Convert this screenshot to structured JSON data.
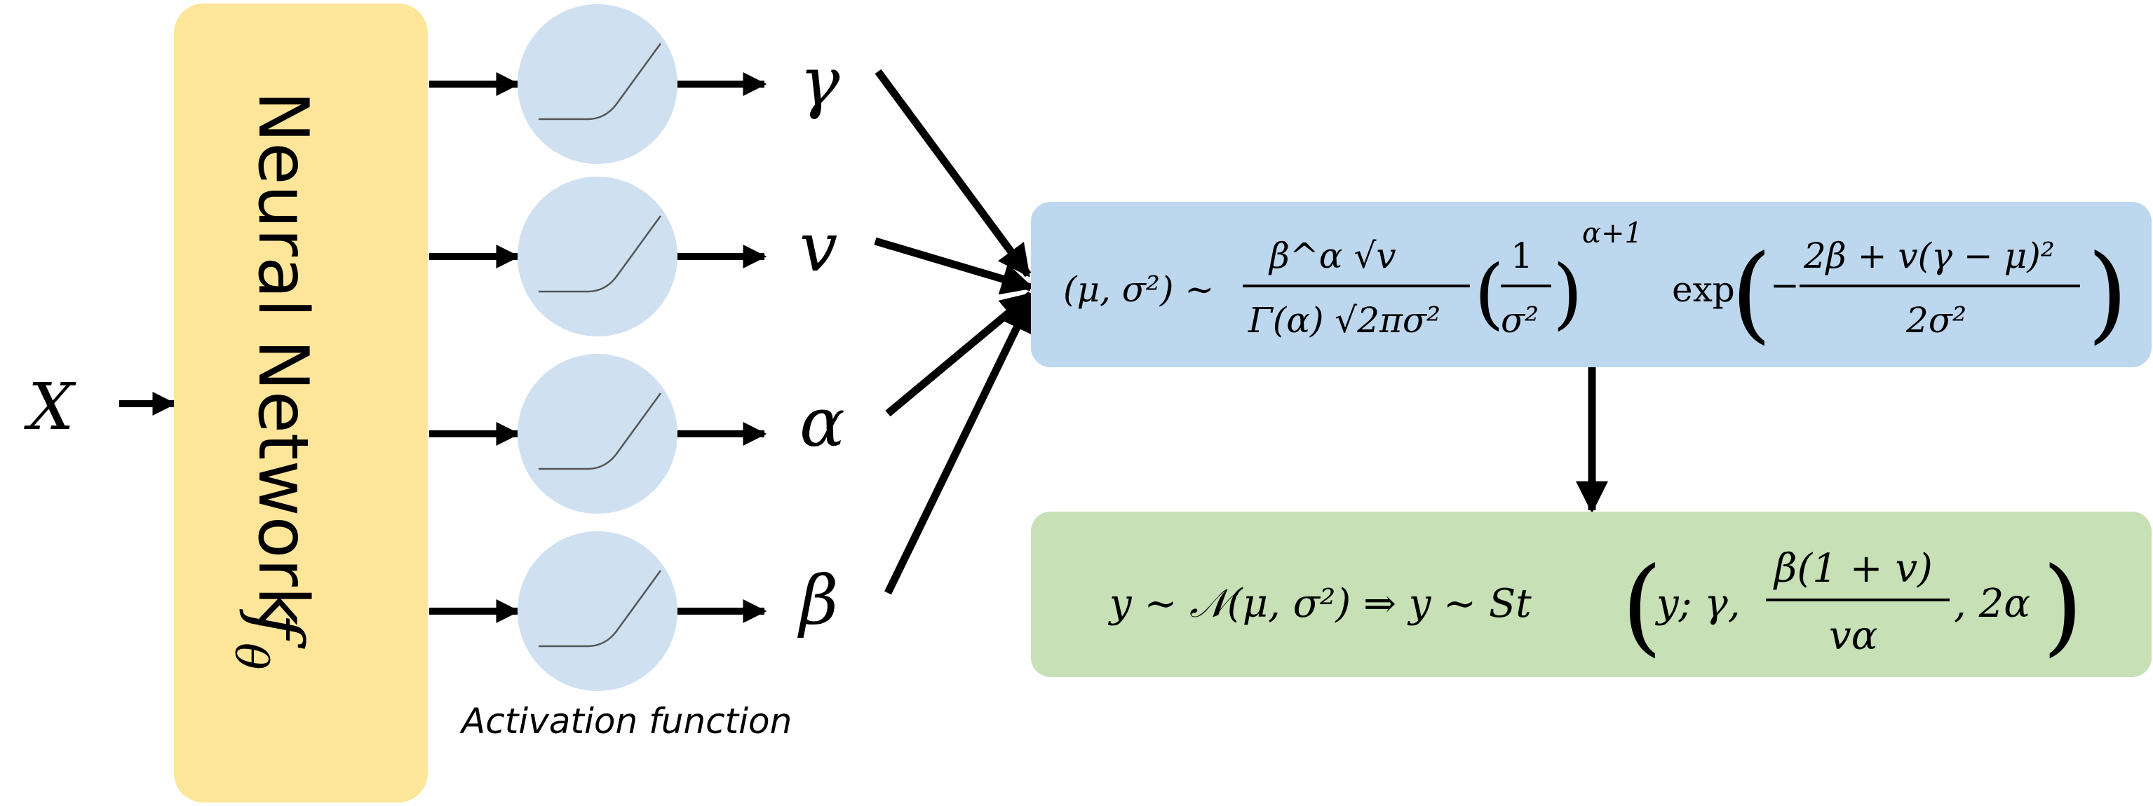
{
  "input_label": "X",
  "network": {
    "name": "Neural Network",
    "param_f": "f",
    "param_sub": "θ"
  },
  "activation_label": "Activation function",
  "outputs": [
    "γ",
    "v",
    "α",
    "β"
  ],
  "colors": {
    "network_fill": "#fde59a",
    "activation_fill": "#cfe0f1",
    "posterior_fill": "#bdd7ee",
    "predictive_fill": "#c7e0b5",
    "stroke": "#000000"
  },
  "posterior_formula": {
    "lhs": "(μ, σ²) ∼",
    "frac1_num": "β^α √v",
    "frac1_den": "Γ(α) √2πσ²",
    "frac2_num": "1",
    "frac2_den": "σ²",
    "power": "α+1",
    "exp": "exp",
    "frac3_num": "2β + v(γ − μ)²",
    "frac3_den": "2σ²"
  },
  "predictive_formula": {
    "lhs": "y ∼ 𝒩(μ, σ²) ⇒ y ∼ St",
    "args": "y; γ,",
    "frac_num": "β(1 + v)",
    "frac_den": "vα",
    "tail": ", 2α"
  }
}
